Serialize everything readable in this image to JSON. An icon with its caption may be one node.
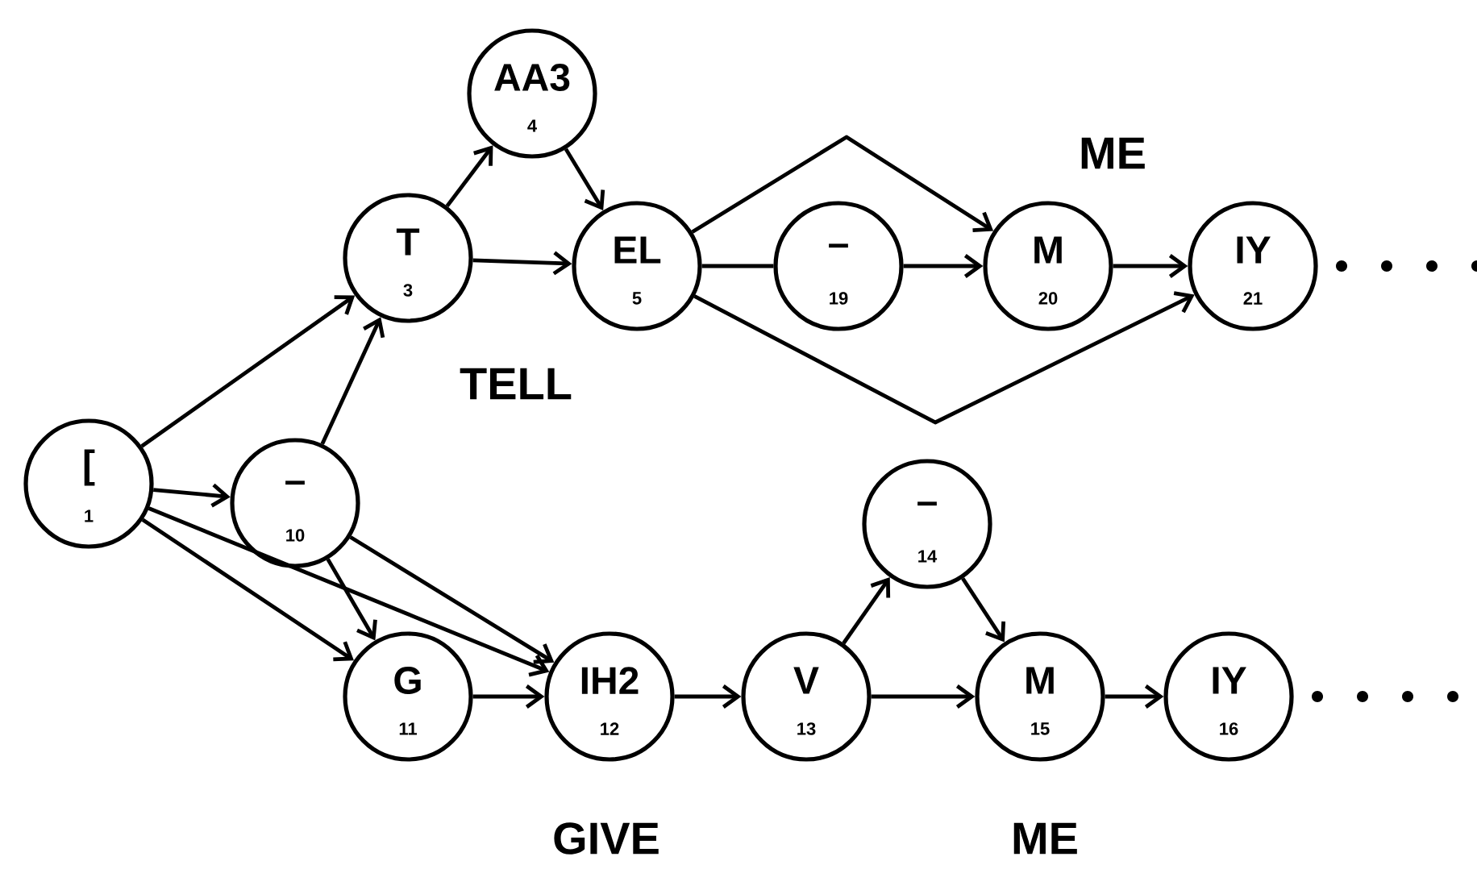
{
  "diagram": {
    "nodes": [
      {
        "text": [
          "[",
          "1"
        ]
      },
      {
        "text": [
          "T",
          "3"
        ]
      },
      {
        "text": [
          "AA3",
          "4"
        ]
      },
      {
        "text": [
          "EL",
          "5"
        ]
      },
      {
        "text": [
          "–",
          "10"
        ]
      },
      {
        "text": [
          "–",
          "19"
        ]
      },
      {
        "text": [
          "M",
          "20"
        ]
      },
      {
        "text": [
          "IY",
          "21"
        ]
      },
      {
        "text": [
          "G",
          "11"
        ]
      },
      {
        "text": [
          "IH2",
          "12"
        ]
      },
      {
        "text": [
          "V",
          "13"
        ]
      },
      {
        "text": [
          "–",
          "14"
        ]
      },
      {
        "text": [
          "M",
          "15"
        ]
      },
      {
        "text": [
          "IY",
          "16"
        ]
      }
    ],
    "edges": [
      {
        "from": 1,
        "to": 2,
        "arrow": "to"
      },
      {
        "from": 2,
        "to": 3,
        "arrow": "to"
      },
      {
        "from": 1,
        "to": 3,
        "arrow": "to"
      },
      {
        "from": 3,
        "to": 6,
        "arrow": "to"
      },
      {
        "from": 3,
        "to": 5,
        "arrow": "none"
      },
      {
        "from": 5,
        "to": 6,
        "arrow": "to"
      },
      {
        "from": 6,
        "to": 7,
        "arrow": "to"
      },
      {
        "from": 3,
        "to": 7,
        "arrow": "to"
      },
      {
        "from": 0,
        "to": 1,
        "arrow": "to"
      },
      {
        "from": 0,
        "to": 4,
        "arrow": "to"
      },
      {
        "from": 4,
        "to": 1,
        "arrow": "to"
      },
      {
        "from": 4,
        "to": 8,
        "arrow": "to"
      },
      {
        "from": 4,
        "to": 9,
        "arrow": "to"
      },
      {
        "from": 0,
        "to": 8,
        "arrow": "to"
      },
      {
        "from": 0,
        "to": 9,
        "arrow": "to"
      },
      {
        "from": 8,
        "to": 9,
        "arrow": "to"
      },
      {
        "from": 9,
        "to": 10,
        "arrow": "to"
      },
      {
        "from": 10,
        "to": 11,
        "arrow": "to"
      },
      {
        "from": 11,
        "to": 12,
        "arrow": "to"
      },
      {
        "from": 10,
        "to": 12,
        "arrow": "to"
      },
      {
        "from": 12,
        "to": 13,
        "arrow": "to"
      }
    ],
    "labels": [
      "ME",
      "TELL",
      "GIVE",
      "ME"
    ]
  }
}
